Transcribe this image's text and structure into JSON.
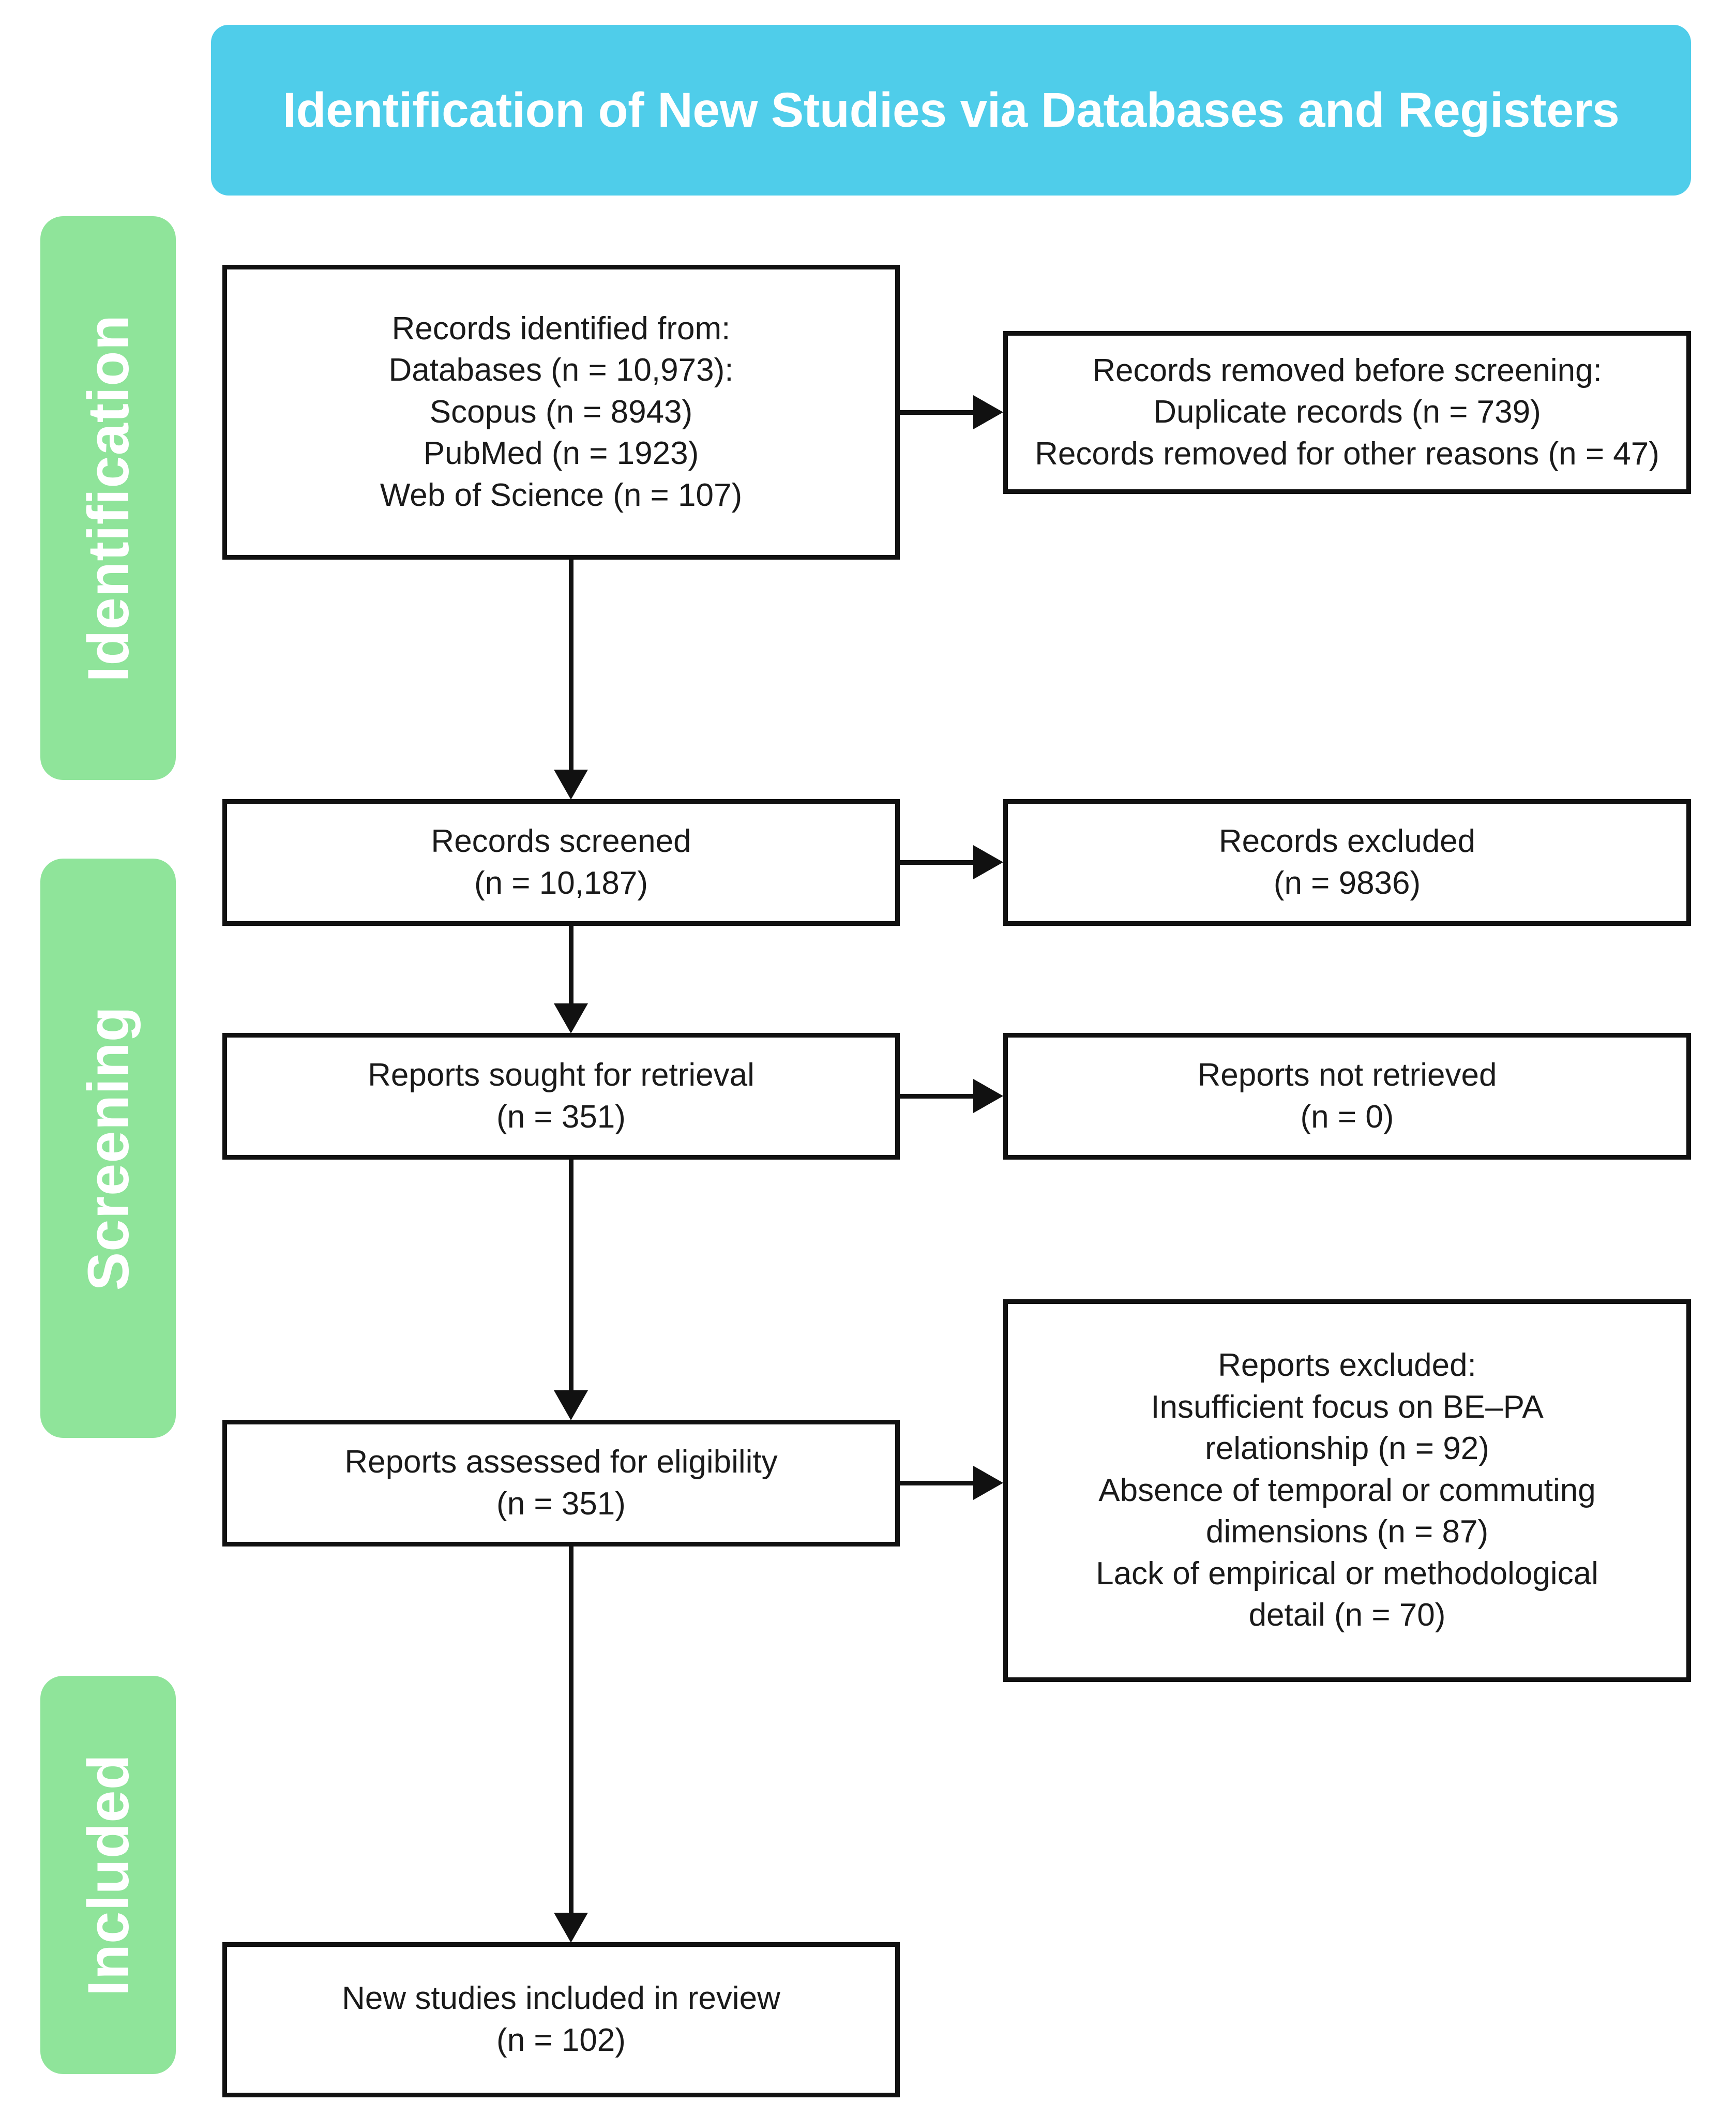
{
  "banner": {
    "title": "Identification of New Studies via Databases and Registers",
    "color": "#4FCDEA"
  },
  "stages": {
    "color": "#8FE49A",
    "identification": "Identification",
    "screening": "Screening",
    "included": "Included"
  },
  "flow": {
    "identified": {
      "lines": [
        "Records identified from:",
        "Databases (n = 10,973):",
        "Scopus (n = 8943)",
        "PubMed (n = 1923)",
        "Web of Science (n = 107)"
      ]
    },
    "removed_before_screening": {
      "lines": [
        "Records removed before screening:",
        "Duplicate records (n = 739)",
        "Records removed for other reasons (n = 47)"
      ]
    },
    "records_screened": {
      "lines": [
        "Records screened",
        "(n = 10,187)"
      ]
    },
    "records_excluded": {
      "lines": [
        "Records excluded",
        "(n = 9836)"
      ]
    },
    "reports_sought": {
      "lines": [
        "Reports sought for retrieval",
        "(n = 351)"
      ]
    },
    "reports_not_retrieved": {
      "lines": [
        "Reports not retrieved",
        "(n = 0)"
      ]
    },
    "reports_assessed": {
      "lines": [
        "Reports assessed for eligibility",
        "(n = 351)"
      ]
    },
    "reports_excluded": {
      "lines": [
        "Reports excluded:",
        "Insufficient focus on BE–PA",
        "relationship (n = 92)",
        "Absence of temporal or commuting",
        "dimensions (n = 87)",
        "Lack of empirical or methodological",
        "detail (n = 70)"
      ]
    },
    "new_studies_included": {
      "lines": [
        "New studies included in review",
        "(n = 102)"
      ]
    }
  },
  "chart_data": {
    "type": "diagram",
    "title": "Identification of New Studies via Databases and Registers",
    "nodes": [
      {
        "id": "identified",
        "stage": "Identification",
        "label": "Records identified from",
        "total": 10973,
        "sources": [
          {
            "name": "Scopus",
            "n": 8943
          },
          {
            "name": "PubMed",
            "n": 1923
          },
          {
            "name": "Web of Science",
            "n": 107
          }
        ]
      },
      {
        "id": "removed_before_screening",
        "stage": "Identification",
        "label": "Records removed before screening",
        "reasons": [
          {
            "name": "Duplicate records",
            "n": 739
          },
          {
            "name": "Records removed for other reasons",
            "n": 47
          }
        ]
      },
      {
        "id": "records_screened",
        "stage": "Screening",
        "label": "Records screened",
        "n": 10187
      },
      {
        "id": "records_excluded",
        "stage": "Screening",
        "label": "Records excluded",
        "n": 9836
      },
      {
        "id": "reports_sought",
        "stage": "Screening",
        "label": "Reports sought for retrieval",
        "n": 351
      },
      {
        "id": "reports_not_retrieved",
        "stage": "Screening",
        "label": "Reports not retrieved",
        "n": 0
      },
      {
        "id": "reports_assessed",
        "stage": "Screening",
        "label": "Reports assessed for eligibility",
        "n": 351
      },
      {
        "id": "reports_excluded",
        "stage": "Screening",
        "label": "Reports excluded",
        "reasons": [
          {
            "name": "Insufficient focus on BE–PA relationship",
            "n": 92
          },
          {
            "name": "Absence of temporal or commuting dimensions",
            "n": 87
          },
          {
            "name": "Lack of empirical or methodological detail",
            "n": 70
          }
        ]
      },
      {
        "id": "new_studies_included",
        "stage": "Included",
        "label": "New studies included in review",
        "n": 102
      }
    ],
    "edges": [
      {
        "from": "identified",
        "to": "removed_before_screening",
        "direction": "right"
      },
      {
        "from": "identified",
        "to": "records_screened",
        "direction": "down"
      },
      {
        "from": "records_screened",
        "to": "records_excluded",
        "direction": "right"
      },
      {
        "from": "records_screened",
        "to": "reports_sought",
        "direction": "down"
      },
      {
        "from": "reports_sought",
        "to": "reports_not_retrieved",
        "direction": "right"
      },
      {
        "from": "reports_sought",
        "to": "reports_assessed",
        "direction": "down"
      },
      {
        "from": "reports_assessed",
        "to": "reports_excluded",
        "direction": "right"
      },
      {
        "from": "reports_assessed",
        "to": "new_studies_included",
        "direction": "down"
      }
    ]
  }
}
